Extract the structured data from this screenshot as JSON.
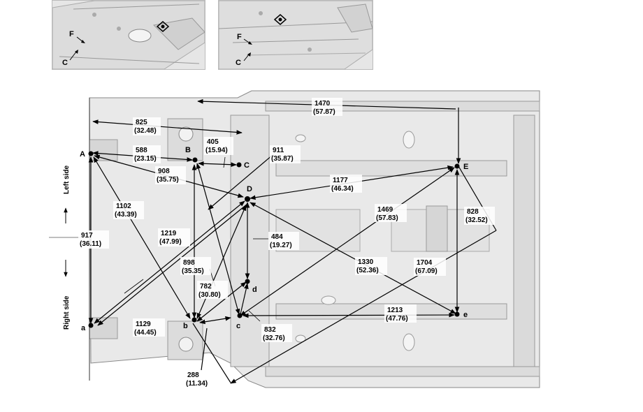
{
  "insets": [
    {
      "label_f": "F",
      "label_c": "C"
    },
    {
      "label_f": "F",
      "label_c": "C"
    }
  ],
  "side_labels": {
    "left": "Left side",
    "right": "Right side"
  },
  "points": {
    "A": "A",
    "B": "B",
    "C": "C",
    "D": "D",
    "E": "E",
    "a": "a",
    "b": "b",
    "c": "c",
    "d": "d",
    "e": "e"
  },
  "dimensions": {
    "d825": [
      "825",
      "(32.48)"
    ],
    "d588": [
      "588",
      "(23.15)"
    ],
    "d405": [
      "405",
      "(15.94)"
    ],
    "d911": [
      "911",
      "(35.87)"
    ],
    "d1470": [
      "1470",
      "(57.87)"
    ],
    "d908": [
      "908",
      "(35.75)"
    ],
    "d1177": [
      "1177",
      "(46.34)"
    ],
    "d1102": [
      "1102",
      "(43.39)"
    ],
    "d917": [
      "917",
      "(36.11)"
    ],
    "d1219": [
      "1219",
      "(47.99)"
    ],
    "d484": [
      "484",
      "(19.27)"
    ],
    "d1469": [
      "1469",
      "(57.83)"
    ],
    "d828": [
      "828",
      "(32.52)"
    ],
    "d898": [
      "898",
      "(35.35)"
    ],
    "d1330": [
      "1330",
      "(52.36)"
    ],
    "d1704": [
      "1704",
      "(67.09)"
    ],
    "d782": [
      "782",
      "(30.80)"
    ],
    "d1213": [
      "1213",
      "(47.76)"
    ],
    "d1129": [
      "1129",
      "(44.45)"
    ],
    "d832": [
      "832",
      "(32.76)"
    ],
    "d288": [
      "288",
      "(11.34)"
    ]
  }
}
